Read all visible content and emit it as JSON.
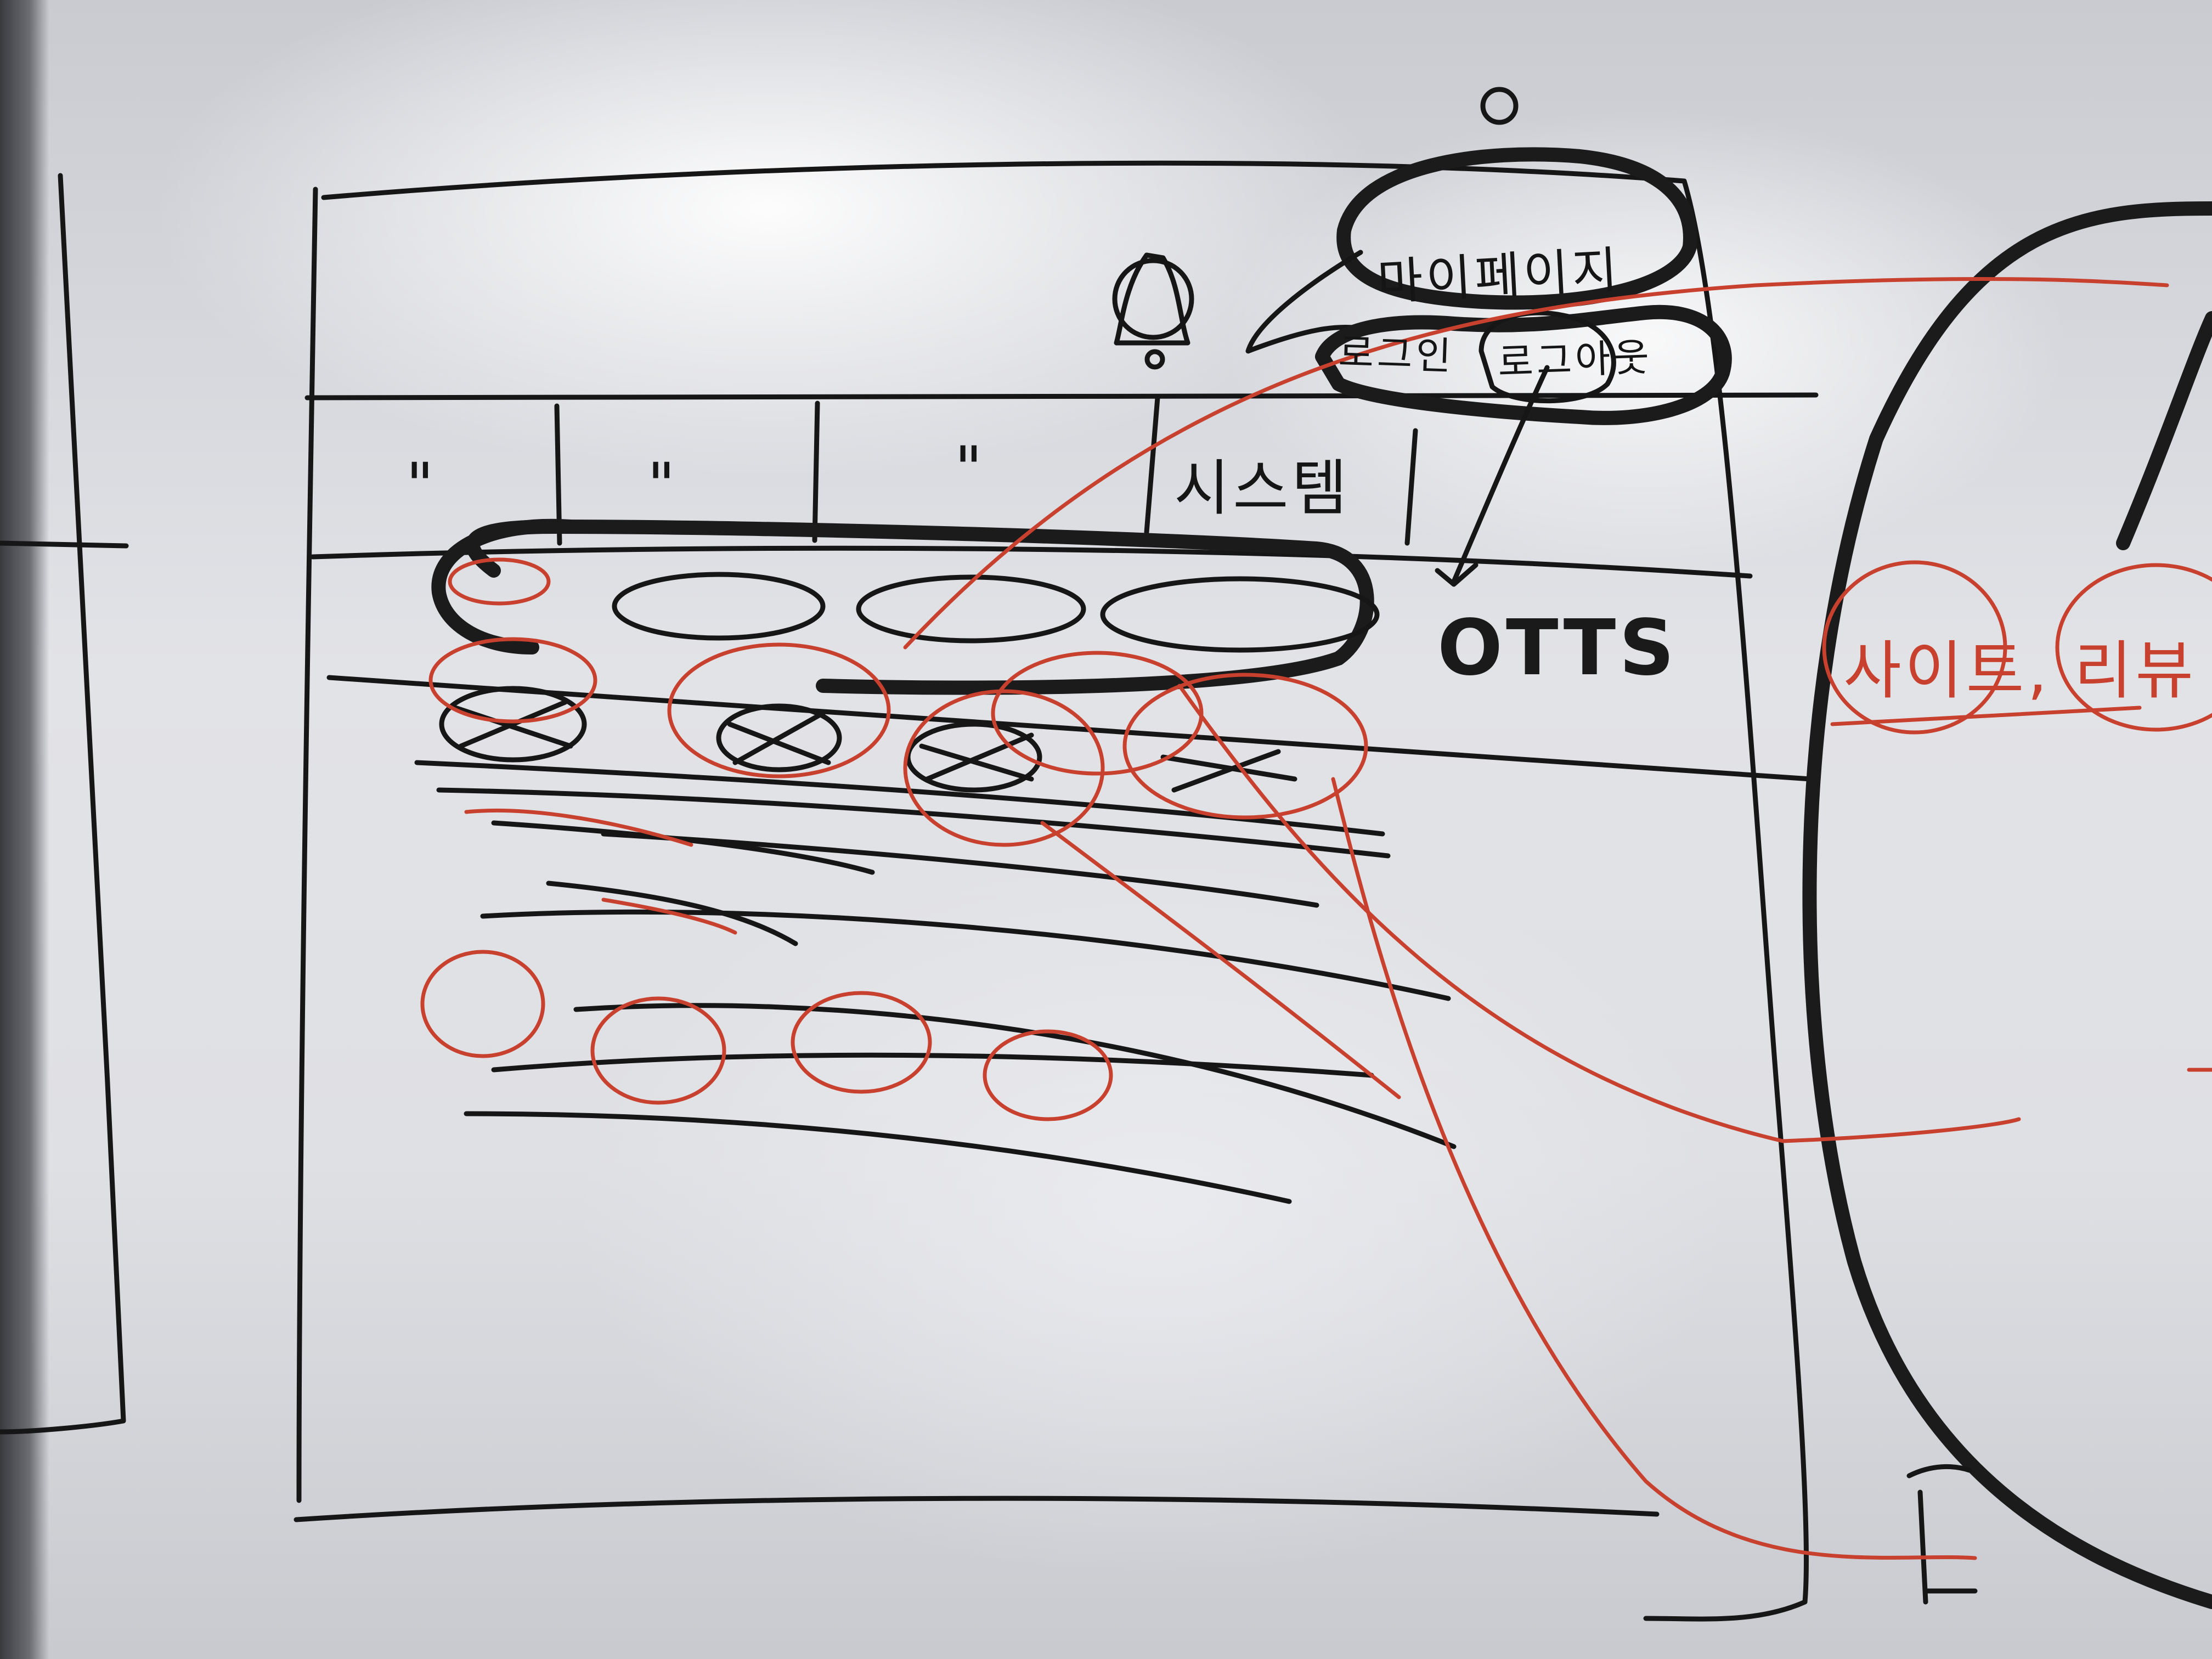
{
  "whiteboard": {
    "header_labels": {
      "top_circle_text": "마이페이지",
      "left_circle_text": "로그인",
      "right_circle_text": "로그아웃"
    },
    "tabs": [
      "\"",
      "\"",
      "\"",
      "시스템"
    ],
    "annotation_right": "OTTS",
    "side_annotation": "사이트, 리뷰"
  }
}
